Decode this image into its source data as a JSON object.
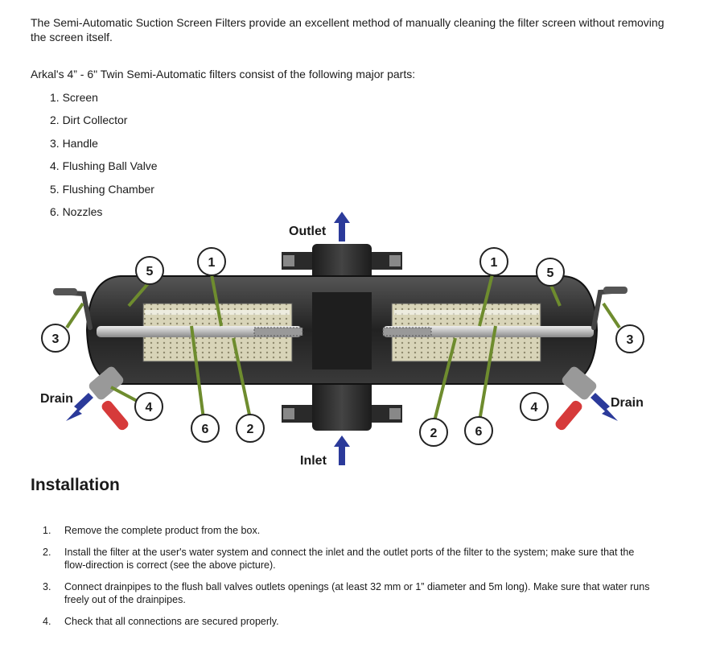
{
  "intro": "The Semi-Automatic Suction Screen Filters provide an excellent method of manually cleaning the filter screen without removing the screen itself.",
  "parts_lead": "Arkal's 4” - 6\" Twin Semi-Automatic filters consist of the following major parts:",
  "parts": [
    "1. Screen",
    "2. Dirt Collector",
    "3. Handle",
    "4. Flushing Ball Valve",
    "5. Flushing Chamber",
    "6. Nozzles"
  ],
  "diagram": {
    "outlet": "Outlet",
    "inlet": "Inlet",
    "drain_left": "Drain",
    "drain_right": "Drain",
    "callouts_left": [
      "5",
      "1",
      "3",
      "4",
      "6",
      "2"
    ],
    "callouts_right": [
      "1",
      "5",
      "3",
      "4",
      "2",
      "6"
    ],
    "colors": {
      "arrow_blue": "#2b3a9a",
      "callout_green": "#6e8c2e",
      "valve_red": "#d63a3a",
      "body_dark": "#2a2a2a",
      "screen_beige": "#d8d4b8"
    }
  },
  "installation": {
    "title": "Installation",
    "steps": [
      {
        "num": "1.",
        "text": "Remove the complete product from the box."
      },
      {
        "num": "2.",
        "text": "Install the filter at the user's water system and connect the inlet and the outlet ports of the filter to the system; make sure that the flow-direction is correct (see the above picture)."
      },
      {
        "num": "3.",
        "text": "Connect drainpipes to the flush ball valves outlets openings (at least 32 mm or 1” diameter and 5m long). Make sure that water runs freely out of the drainpipes."
      },
      {
        "num": "4.",
        "text": "Check that all connections are secured properly."
      }
    ]
  }
}
